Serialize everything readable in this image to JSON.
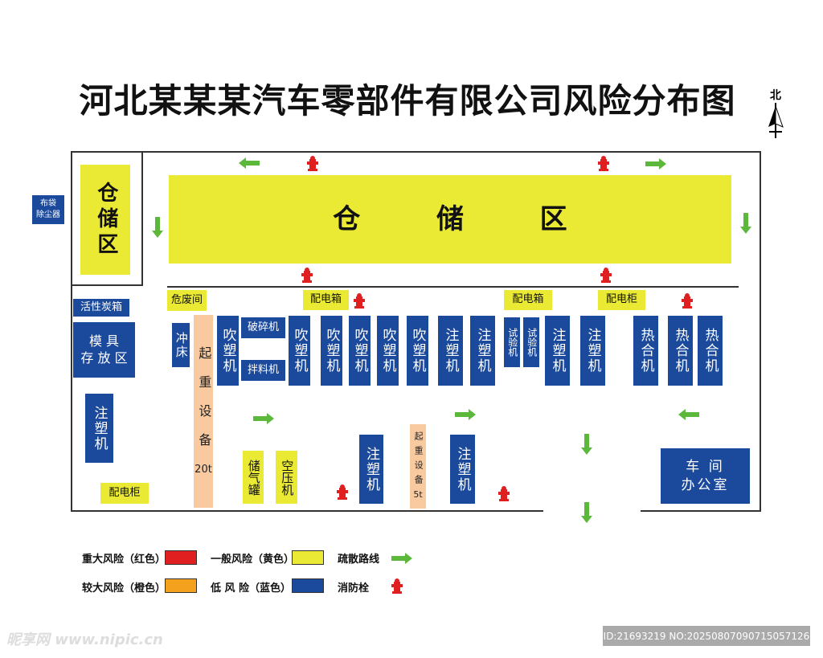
{
  "title": "河北某某某汽车零部件有限公司风险分布图",
  "north": "北",
  "areas": {
    "dust_collector": "布袋\n除尘器",
    "warehouse_left": "仓储区",
    "warehouse_main": "仓        储        区",
    "carbon_box": "活性炭箱",
    "mold_storage": "模 具\n存 放 区",
    "hazardous_waste": "危废间",
    "punch": "冲床",
    "crane_20t": "起重设备",
    "crane_20t_cap": "20t",
    "crusher": "破碎机",
    "mixer": "拌料机",
    "gas_tank": "储气罐",
    "compressor": "空压机",
    "crane_5t": "起重设备",
    "crane_5t_cap": "5t",
    "office": "车 间\n办公室"
  },
  "machines": {
    "injection": "注塑机",
    "blow": "吹塑机",
    "tester": "试验机",
    "heat_seal": "热合机"
  },
  "electrical": {
    "box": "配电箱",
    "cabinet": "配电柜"
  },
  "legend": {
    "major": "重大风险（红色）",
    "higher": "较大风险（橙色）",
    "general": "一般风险（黄色）",
    "low": "低 风 险（蓝色）",
    "evac": "疏散路线",
    "hydrant": "消防栓"
  },
  "colors": {
    "red": "#e02020",
    "orange": "#f4a21e",
    "yellow": "#eaea35",
    "blue": "#1b4a9c",
    "green": "#5cb83a"
  },
  "watermark": "昵享网 www.nipic.cn",
  "image_id": "ID:21693219 NO:20250807090715057126"
}
